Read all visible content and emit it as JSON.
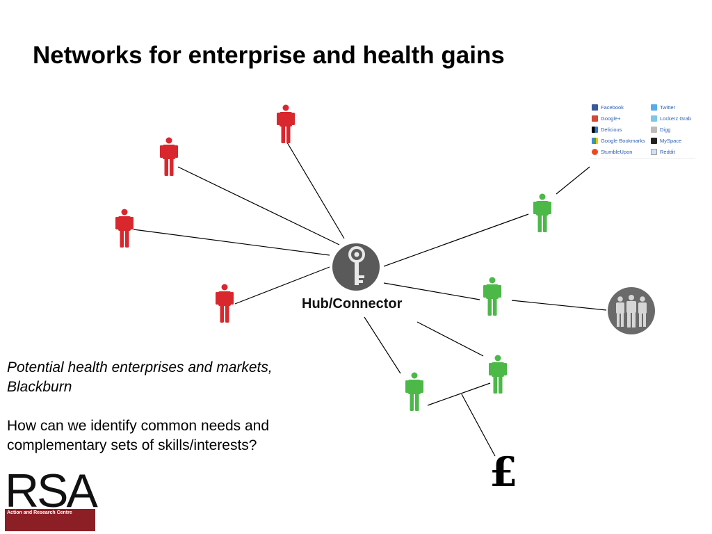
{
  "title": "Networks for enterprise and health gains",
  "hub": {
    "label": "Hub/Connector",
    "icon": "key-icon"
  },
  "caption": {
    "line1": "Potential health enterprises and markets,",
    "line2": "Blackburn",
    "question1": "How can we identify common needs and",
    "question2": "complementary sets of skills/interests?"
  },
  "money_symbol": "£",
  "colors": {
    "red_person": "#d9272e",
    "green_person": "#4cb848",
    "hub_circle": "#5a5a5a",
    "logo_band": "#8c1f26"
  },
  "social_links": {
    "left": [
      {
        "label": "Facebook",
        "icon": "facebook-icon"
      },
      {
        "label": "Google+",
        "icon": "google-plus-icon"
      },
      {
        "label": "Delicious",
        "icon": "delicious-icon"
      },
      {
        "label": "Google Bookmarks",
        "icon": "google-bookmarks-icon"
      },
      {
        "label": "StumbleUpon",
        "icon": "stumbleupon-icon"
      }
    ],
    "right": [
      {
        "label": "Twitter",
        "icon": "twitter-icon"
      },
      {
        "label": "Lockerz Grab",
        "icon": "lockerz-icon"
      },
      {
        "label": "Digg",
        "icon": "digg-icon"
      },
      {
        "label": "MySpace",
        "icon": "myspace-icon"
      },
      {
        "label": "Reddit",
        "icon": "reddit-icon"
      }
    ]
  },
  "logo": {
    "text": "RSA",
    "subtitle": "Action and Research Centre"
  }
}
